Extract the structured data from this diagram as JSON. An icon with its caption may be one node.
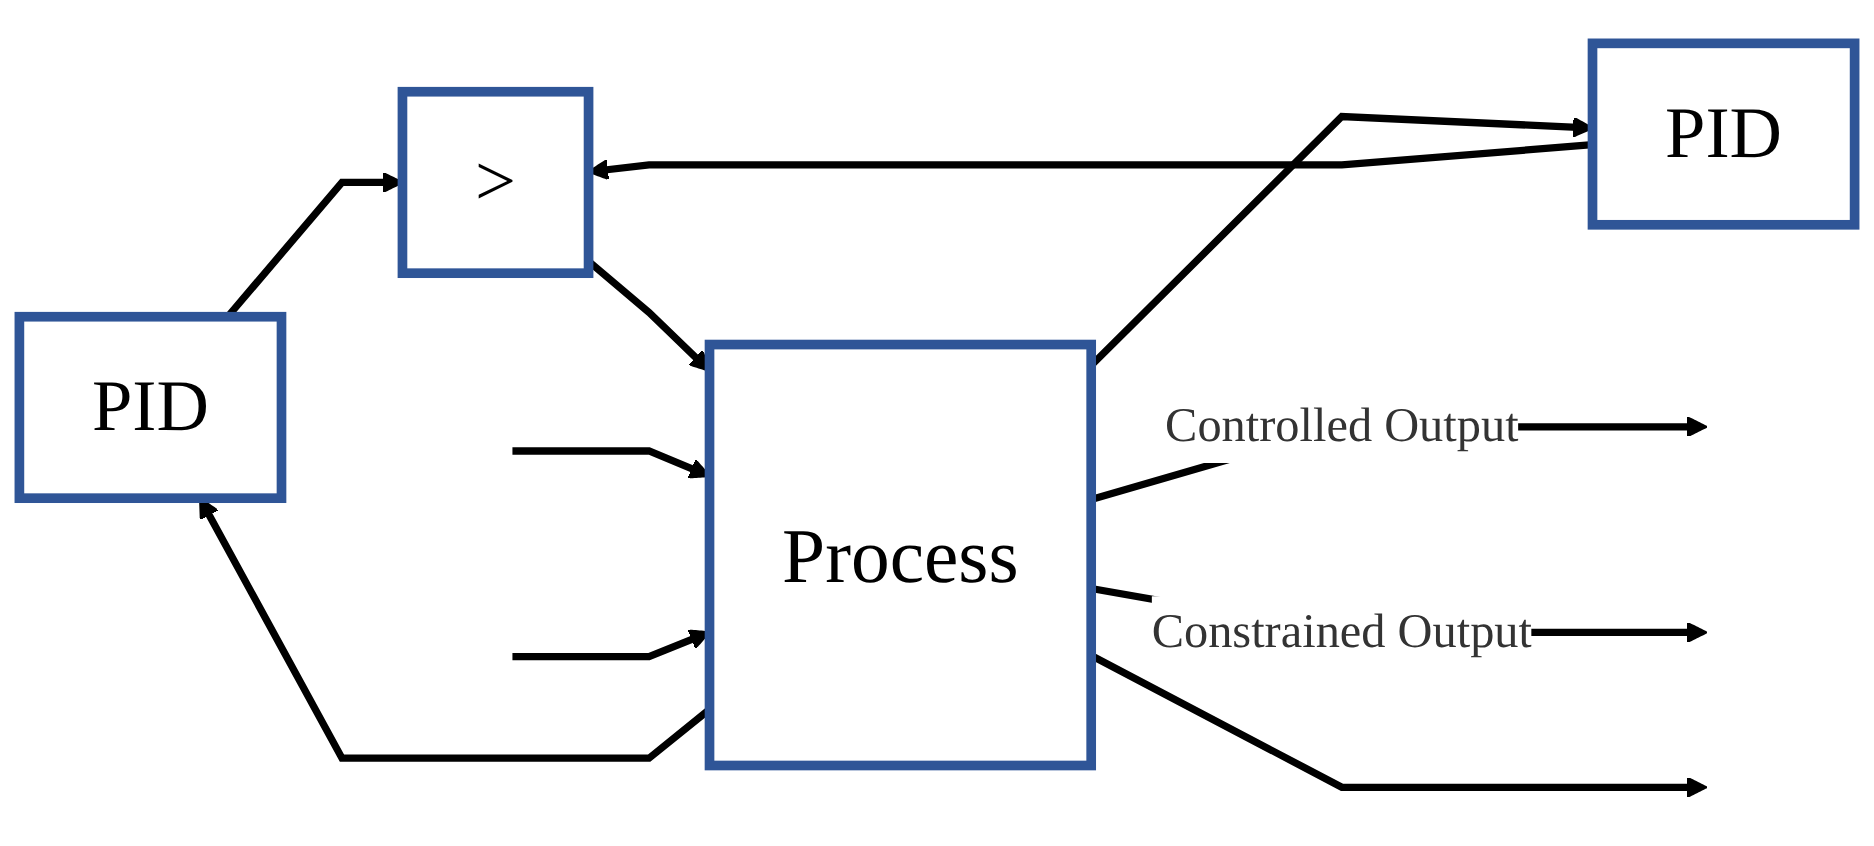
{
  "diagram": {
    "nodes": [
      {
        "text": [
          "PID"
        ]
      },
      {
        "text": [
          ">"
        ]
      },
      {
        "text": [
          "PID"
        ]
      },
      {
        "text": [
          "Process"
        ]
      }
    ],
    "edges": [
      {
        "from": 0,
        "to": 1,
        "arrow": "to"
      },
      {
        "from": 2,
        "to": 1,
        "arrow": "to"
      },
      {
        "from": 1,
        "to": 3,
        "arrow": "to"
      },
      {
        "from": null,
        "to": 3,
        "arrow": "to"
      },
      {
        "from": null,
        "to": 3,
        "arrow": "to"
      },
      {
        "from": 3,
        "to": 2,
        "arrow": "to"
      },
      {
        "from": 3,
        "to": null,
        "arrow": "to",
        "label": "Controlled Output"
      },
      {
        "from": 3,
        "to": 0,
        "arrow": "to"
      },
      {
        "from": 3,
        "to": null,
        "arrow": "to",
        "label": "Constrained Output"
      },
      {
        "from": 3,
        "to": null,
        "arrow": "to"
      }
    ]
  }
}
